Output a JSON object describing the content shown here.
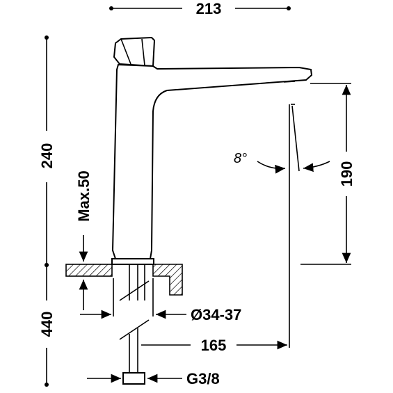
{
  "dimensions": {
    "total_width": "213",
    "spout_height": "240",
    "below_deck": "440",
    "max_deck": "Max.50",
    "angle": "8°",
    "outlet_height": "190",
    "hole_diameter": "Ø34-37",
    "reach": "165",
    "connection": "G3/8"
  },
  "colors": {
    "line": "#000000",
    "background": "#ffffff"
  }
}
